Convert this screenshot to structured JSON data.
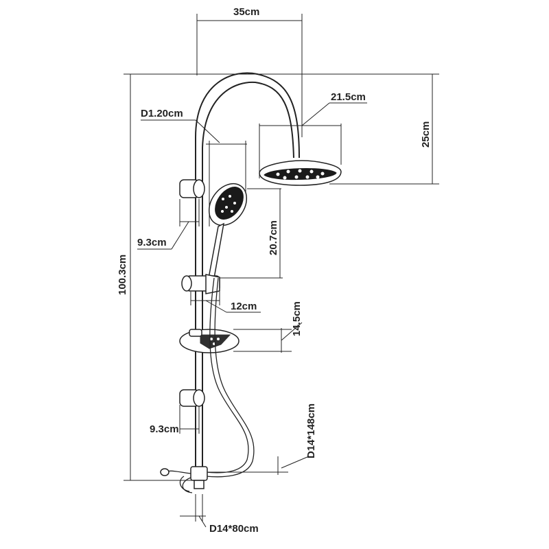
{
  "dimensions": {
    "arm_width": "35cm",
    "head_diameter": "21.5cm",
    "head_height": "25cm",
    "pipe_diameter": "D1.20cm",
    "hand_shower_length": "20.7cm",
    "bracket_upper": "9.3cm",
    "bracket_lower": "9.3cm",
    "total_height": "100.3cm",
    "holder_width": "12cm",
    "soap_dish_height": "14.5cm",
    "hose_upper": "D14*148cm",
    "hose_lower": "D14*80cm"
  }
}
